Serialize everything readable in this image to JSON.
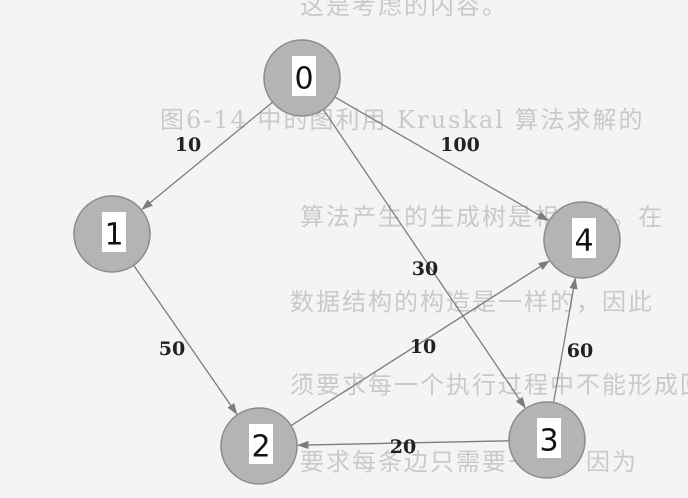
{
  "background_text": [
    "这是考虑的内容。",
    "图6-14 中的图利用 Kruskal 算法求解的",
    "算法产生的生成树是相同的。在",
    "数据结构的构造是一样的，因此",
    "须要求每一个执行过程中不能形成回",
    "要求每条边只需要一次，因为"
  ],
  "nodes": [
    {
      "id": "0",
      "label": "0"
    },
    {
      "id": "1",
      "label": "1"
    },
    {
      "id": "2",
      "label": "2"
    },
    {
      "id": "3",
      "label": "3"
    },
    {
      "id": "4",
      "label": "4"
    }
  ],
  "edges": [
    {
      "from": "0",
      "to": "1",
      "weight": "10"
    },
    {
      "from": "0",
      "to": "4",
      "weight": "100"
    },
    {
      "from": "0",
      "to": "3",
      "weight": "30"
    },
    {
      "from": "1",
      "to": "2",
      "weight": "50"
    },
    {
      "from": "2",
      "to": "4",
      "weight": "10"
    },
    {
      "from": "3",
      "to": "2",
      "weight": "20"
    },
    {
      "from": "3",
      "to": "4",
      "weight": "60"
    }
  ],
  "colors": {
    "node_fill": "#b4b4b4",
    "edge": "#7d7d7d",
    "label": "#222222"
  }
}
